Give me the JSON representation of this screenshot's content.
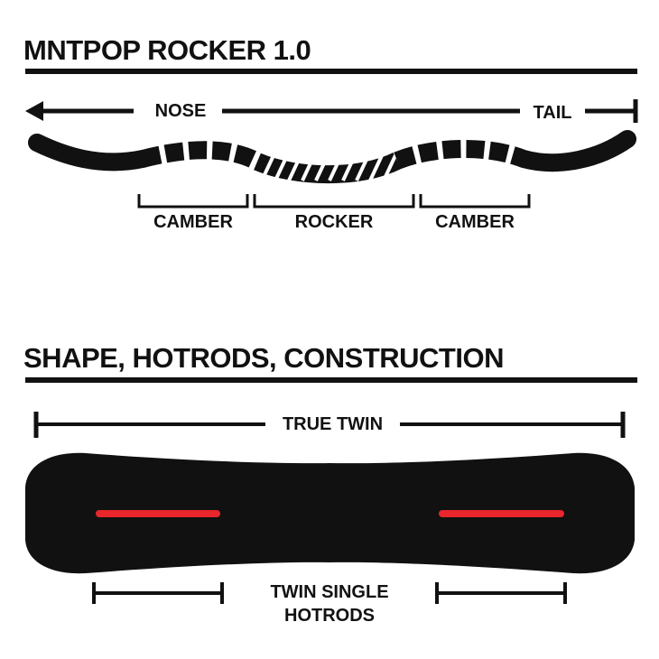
{
  "rocker_section": {
    "title": "MNTPOP ROCKER 1.0",
    "nose_label": "NOSE",
    "tail_label": "TAIL",
    "zones": [
      {
        "label": "CAMBER"
      },
      {
        "label": "ROCKER"
      },
      {
        "label": "CAMBER"
      }
    ]
  },
  "shape_section": {
    "title": "SHAPE, HOTRODS, CONSTRUCTION",
    "shape_label": "TRUE TWIN",
    "hotrods_label_line1": "TWIN SINGLE",
    "hotrods_label_line2": "HOTRODS"
  },
  "colors": {
    "ink": "#111111",
    "hotrod": "#e8262b",
    "background": "#ffffff"
  }
}
